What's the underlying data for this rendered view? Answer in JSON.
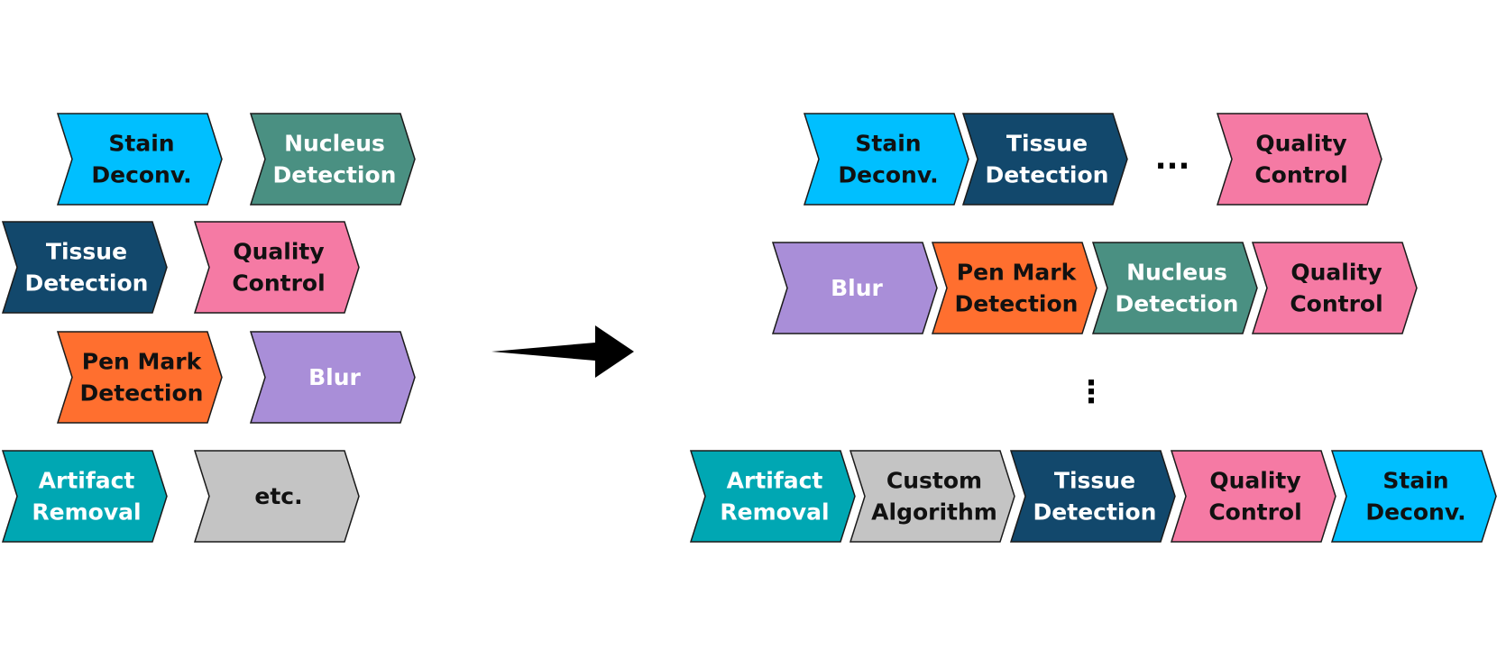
{
  "colors": {
    "stain": "#00BFFF",
    "nucleus": "#4A9082",
    "tissue": "#12486C",
    "quality": "#F57AA4",
    "penmark": "#FF6F2F",
    "blur": "#A98ED8",
    "artifact": "#00A7B3",
    "etc": "#C4C4C4",
    "custom": "#C4C4C4",
    "outline": "#1A1A1A",
    "text_dark": "#111111",
    "text_light": "#FFFFFF",
    "arrow": "#000000"
  },
  "left_blocks": [
    {
      "id": "stain-deconv",
      "lines": [
        "Stain",
        "Deconv."
      ],
      "color": "stain",
      "text": "dark"
    },
    {
      "id": "nucleus-detection",
      "lines": [
        "Nucleus",
        "Detection"
      ],
      "color": "nucleus",
      "text": "light"
    },
    {
      "id": "tissue-detection",
      "lines": [
        "Tissue",
        "Detection"
      ],
      "color": "tissue",
      "text": "light"
    },
    {
      "id": "quality-control",
      "lines": [
        "Quality",
        "Control"
      ],
      "color": "quality",
      "text": "dark"
    },
    {
      "id": "pen-mark-detection",
      "lines": [
        "Pen Mark",
        "Detection"
      ],
      "color": "penmark",
      "text": "dark"
    },
    {
      "id": "blur",
      "lines": [
        "Blur"
      ],
      "color": "blur",
      "text": "light"
    },
    {
      "id": "artifact-removal",
      "lines": [
        "Artifact",
        "Removal"
      ],
      "color": "artifact",
      "text": "light"
    },
    {
      "id": "etc",
      "lines": [
        "etc."
      ],
      "color": "etc",
      "text": "dark"
    }
  ],
  "pipelines": [
    {
      "id": "pipeline-1",
      "steps": [
        {
          "lines": [
            "Stain",
            "Deconv."
          ],
          "color": "stain",
          "text": "dark"
        },
        {
          "lines": [
            "Tissue",
            "Detection"
          ],
          "color": "tissue",
          "text": "light"
        },
        {
          "lines": [
            "Quality",
            "Control"
          ],
          "color": "quality",
          "text": "dark"
        }
      ],
      "gap_marker": "...",
      "gap_before_index": 2
    },
    {
      "id": "pipeline-2",
      "steps": [
        {
          "lines": [
            "Blur"
          ],
          "color": "blur",
          "text": "light"
        },
        {
          "lines": [
            "Pen Mark",
            "Detection"
          ],
          "color": "penmark",
          "text": "dark"
        },
        {
          "lines": [
            "Nucleus",
            "Detection"
          ],
          "color": "nucleus",
          "text": "light"
        },
        {
          "lines": [
            "Quality",
            "Control"
          ],
          "color": "quality",
          "text": "dark"
        }
      ]
    },
    {
      "id": "pipeline-3",
      "steps": [
        {
          "lines": [
            "Artifact",
            "Removal"
          ],
          "color": "artifact",
          "text": "light"
        },
        {
          "lines": [
            "Custom",
            "Algorithm"
          ],
          "color": "custom",
          "text": "dark"
        },
        {
          "lines": [
            "Tissue",
            "Detection"
          ],
          "color": "tissue",
          "text": "light"
        },
        {
          "lines": [
            "Quality",
            "Control"
          ],
          "color": "quality",
          "text": "dark"
        },
        {
          "lines": [
            "Stain",
            "Deconv."
          ],
          "color": "stain",
          "text": "dark"
        }
      ]
    }
  ],
  "vertical_ellipsis": "⋮"
}
